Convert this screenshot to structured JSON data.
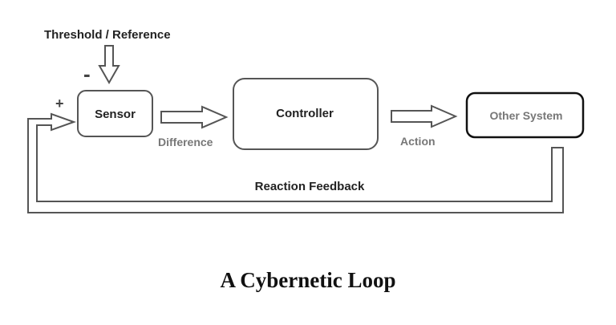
{
  "diagram": {
    "reference_label": "Threshold / Reference",
    "minus_sign": "-",
    "plus_sign": "+",
    "nodes": {
      "sensor": "Sensor",
      "controller": "Controller",
      "other_system": "Other System"
    },
    "edges": {
      "difference": "Difference",
      "action": "Action",
      "feedback": "Reaction Feedback"
    },
    "caption": "A Cybernetic Loop",
    "colors": {
      "stroke": "#555555",
      "text": "#222222",
      "muted_text": "#777777",
      "other_system_border": "#111111"
    }
  }
}
